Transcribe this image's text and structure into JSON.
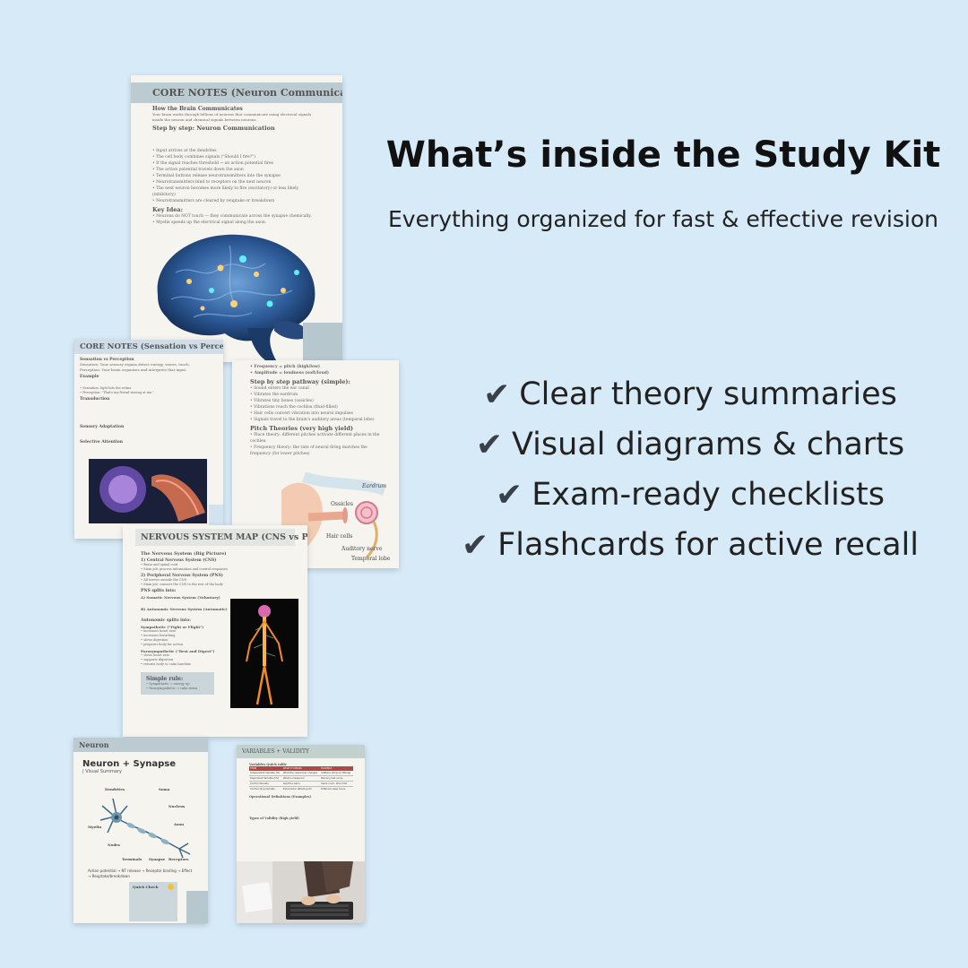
{
  "headline": "What’s inside the Study Kit",
  "subheadline": "Everything organized for fast & effective revision",
  "features": [
    {
      "icon": "checkmark-icon",
      "text": "Clear theory summaries"
    },
    {
      "icon": "checkmark-icon",
      "text": "Visual diagrams & charts"
    },
    {
      "icon": "checkmark-icon",
      "text": "Exam-ready checklists"
    },
    {
      "icon": "checkmark-icon",
      "text": "Flashcards for active recall"
    }
  ],
  "pages": {
    "neuron_communication": {
      "header": "CORE NOTES (Neuron Communication)",
      "section1": "How the Brain Communicates",
      "intro": "Your brain works through billions of neurons that communicate using electrical signals inside the neuron and chemical signals between neurons.",
      "section2": "Step by step: Neuron Communication",
      "steps": [
        "Input arrives at the dendrites",
        "The cell body combines signals (\"Should I fire?\")",
        "If the signal reaches threshold → an action potential fires",
        "The action potential travels down the axon",
        "Terminal buttons release neurotransmitters into the synapse",
        "Neurotransmitters bind to receptors on the next neuron",
        "The next neuron becomes more likely to fire (excitatory) or less likely (inhibitory)",
        "Neurotransmitters are cleared by reuptake or breakdown"
      ],
      "key_label": "Key Idea:",
      "key_points": [
        "Neurons do NOT touch — they communicate across the synapse chemically.",
        "Myelin speeds up the electrical signal along the axon."
      ]
    },
    "sensation": {
      "header": "CORE NOTES (Sensation vs Perception)",
      "section": "Sensation vs Perception",
      "lines": [
        "Sensation: Your sensory organs detect energy, waves, touch.",
        "Perception: Your brain organizes and interprets that input."
      ],
      "example_label": "Example",
      "bullets": [
        "Sensation: light hits the retina",
        "Perception: \"That's my friend waving at me.\""
      ],
      "transduction": "Transduction",
      "adaptation": "Sensory Adaptation",
      "attention": "Selective Attention"
    },
    "hearing": {
      "bullets_top": [
        "Frequency = pitch (high/low)",
        "Amplitude = loudness (soft/loud)"
      ],
      "section": "Step by step pathway (simple):",
      "steps": [
        "Sound enters the ear canal",
        "Vibrates the eardrum",
        "Vibrates tiny bones (ossicles)",
        "Vibrations reach the cochlea (fluid-filled)",
        "Hair cells convert vibration into neural impulses",
        "Signals travel to the brain's auditory areas (temporal lobe)"
      ],
      "theory_section": "Pitch Theories (very high yield)",
      "theories": [
        "Place theory: different pitches activate different places in the cochlea",
        "Frequency theory: the rate of neural firing matches the frequency (for lower pitches)"
      ],
      "labels": {
        "eardrum": "Eardrum",
        "ossicles": "Ossicles",
        "hair_cells": "Hair cells",
        "auditory_nerve": "Auditory nerve",
        "temporal_lobe": "Temporal lobe"
      }
    },
    "nervous_system": {
      "header": "NERVOUS SYSTEM MAP (CNS vs PNS)",
      "section": "The Nervous System (Big Picture)",
      "cns": "1) Central Nervous System (CNS)",
      "cns_points": [
        "Brain and spinal cord",
        "Main job: process information and control responses"
      ],
      "pns": "2) Peripheral Nervous System (PNS)",
      "pns_points": [
        "All nerves outside the CNS",
        "Main job: connect the CNS to the rest of the body"
      ],
      "pns_split": "PNS splits into:",
      "somatic": "A) Somatic Nervous System (Voluntary)",
      "autonomic": "B) Autonomic Nervous System (Automatic)",
      "auto_split": "Autonomic splits into:",
      "sympathetic": "Sympathetic (\"Fight or Flight\")",
      "symp_points": [
        "increases heart rate",
        "increases breathing",
        "slows digestion",
        "prepares body for action"
      ],
      "parasympathetic": "Parasympathetic (\"Rest and Digest\")",
      "para_points": [
        "slows heart rate",
        "supports digestion",
        "returns body to calm baseline"
      ],
      "rule_title": "Simple rule:",
      "rule_points": [
        "Sympathetic = energy up",
        "Parasympathetic = calm down"
      ]
    },
    "neuron_synapse": {
      "header": "Neuron",
      "title": "Neuron + Synapse",
      "subtitle": "| Visual Summary",
      "labels": {
        "dendrites": "Dendrites",
        "soma": "Soma",
        "nucleus": "Nucleus",
        "axon": "Axon",
        "myelin": "Myelin",
        "nodes": "Nodes",
        "terminals": "Terminals",
        "synapse": "Synapse",
        "receptors": "Receptors"
      },
      "flow": "Action potential → NT release → Receptor binding → Effect → Reuptake/breakdown",
      "check_title": "Quick Check"
    },
    "variables": {
      "header": "VARIABLES + VALIDITY",
      "section": "Variables Quick table",
      "table_headers": [
        "TERM",
        "WHAT IT MEANS",
        "EXAMPLE"
      ],
      "table_rows": [
        [
          "Independent Variable (IV)",
          "What the researcher changes",
          "Caffeine (0mg vs 200mg)"
        ],
        [
          "Dependent Variable (DV)",
          "What is measured",
          "Memory test score"
        ],
        [
          "Control Variable",
          "Kept the same",
          "Same room, time limit"
        ],
        [
          "Confounding Variable",
          "Extra factor affecting DV",
          "Different sleep hours"
        ]
      ],
      "op_def": "Operational Definitions (Examples)",
      "validity": "Types of Validity (high yield)"
    }
  }
}
